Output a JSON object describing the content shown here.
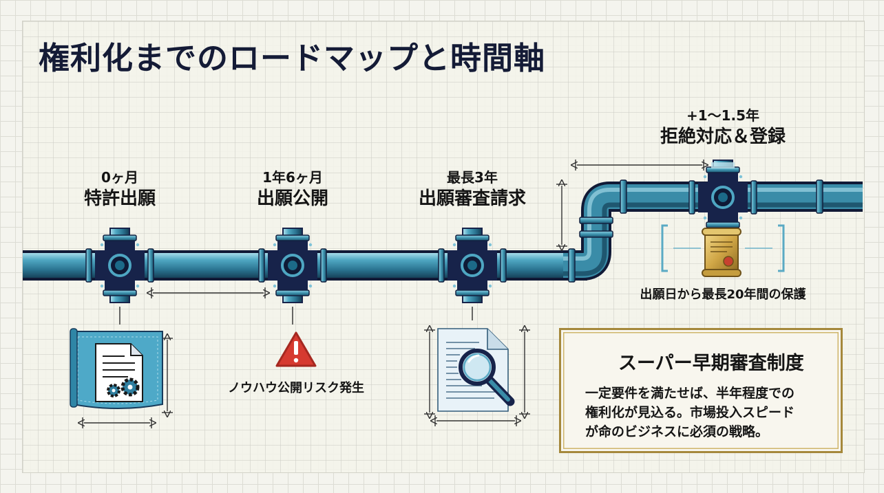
{
  "title": "権利化までのロードマップと時間軸",
  "milestones": [
    {
      "time": "0ヶ月",
      "name": "特許出願"
    },
    {
      "time": "1年6ヶ月",
      "name": "出願公開"
    },
    {
      "time": "最長3年",
      "name": "出願審査請求"
    },
    {
      "time": "+1〜1.5年",
      "name": "拒絶対応＆登録"
    }
  ],
  "risk_note": "ノウハウ公開リスク発生",
  "protection_note": "出願日から最長20年間の保護",
  "express_box": {
    "title": "スーパー早期審査制度",
    "lines": [
      "一定要件を満たせば、半年程度での",
      "権利化が見込る。市場投入スピード",
      "が命のビジネスに必須の戦略。"
    ]
  },
  "icons": {
    "risk": "warning-icon",
    "certificate": "certificate-icon",
    "badge": "star-icon",
    "application": "document-gears-icon",
    "examination": "document-magnifier-icon"
  },
  "colors": {
    "pipe": "#3f95b0",
    "pipe_dark": "#1c2a4e",
    "gold": "#a5883b",
    "warning": "#d63a30",
    "title": "#141b36"
  }
}
